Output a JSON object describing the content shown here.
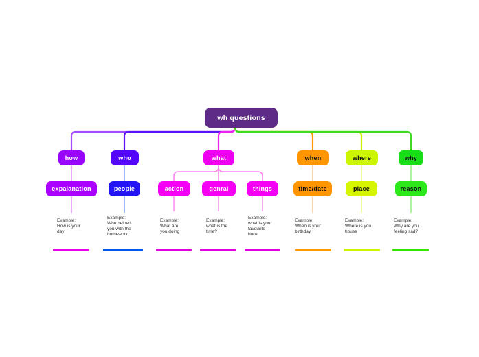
{
  "root": {
    "label": "wh questions",
    "bg": "#5e2b86"
  },
  "top_nodes": [
    {
      "label": "how",
      "bg": "#9905fa",
      "line_color": "#a64dff"
    },
    {
      "label": "who",
      "bg": "#5406fb",
      "line_color": "#5b13f2"
    },
    {
      "label": "what",
      "bg": "#f000f0",
      "line_color": "#f020f0"
    },
    {
      "label": "when",
      "bg": "#ff9500",
      "line_color": "#ff9900"
    },
    {
      "label": "where",
      "bg": "#ccf502",
      "line_color": "#c8f400"
    },
    {
      "label": "why",
      "bg": "#18de18",
      "line_color": "#3ddc20"
    }
  ],
  "columns": [
    {
      "label": "expalanation",
      "bg": "#aa00ff",
      "line_color": "#e383ff",
      "bar_color": "#e800e8",
      "example": "Example:\nHow is your\nday"
    },
    {
      "label": "people",
      "bg": "#2214f5",
      "line_color": "#7a9eff",
      "bar_color": "#0057f0",
      "example": "Example:\nWho helped\nyou with the\nhomework"
    },
    {
      "label": "action",
      "bg": "#f500f5",
      "line_color": "#ff85f0",
      "bar_color": "#e000e0",
      "example": "Example:\nWhat are\nyou doing"
    },
    {
      "label": "genral",
      "bg": "#f500f5",
      "line_color": "#ff85f0",
      "bar_color": "#e000e0",
      "example": "Example:\nwhat is the\ntime?"
    },
    {
      "label": "things",
      "bg": "#f500f5",
      "line_color": "#ff85f0",
      "bar_color": "#e000e0",
      "example": "Example:\nwhat is your\nfavourite\nbook"
    },
    {
      "label": "time/date",
      "bg": "#ff9500",
      "line_color": "#ffc27a",
      "bar_color": "#ff9900",
      "example": "Example:\nWhen is your\nbirthday"
    },
    {
      "label": "place",
      "bg": "#d6f500",
      "line_color": "#e6f77d",
      "bar_color": "#ccf500",
      "example": "Example:\nWhere is you\nhouse"
    },
    {
      "label": "reason",
      "bg": "#2ce81a",
      "line_color": "#8ded7a",
      "bar_color": "#33e600",
      "example": "Example:\nWhy are you\nfeeling sad?"
    }
  ]
}
